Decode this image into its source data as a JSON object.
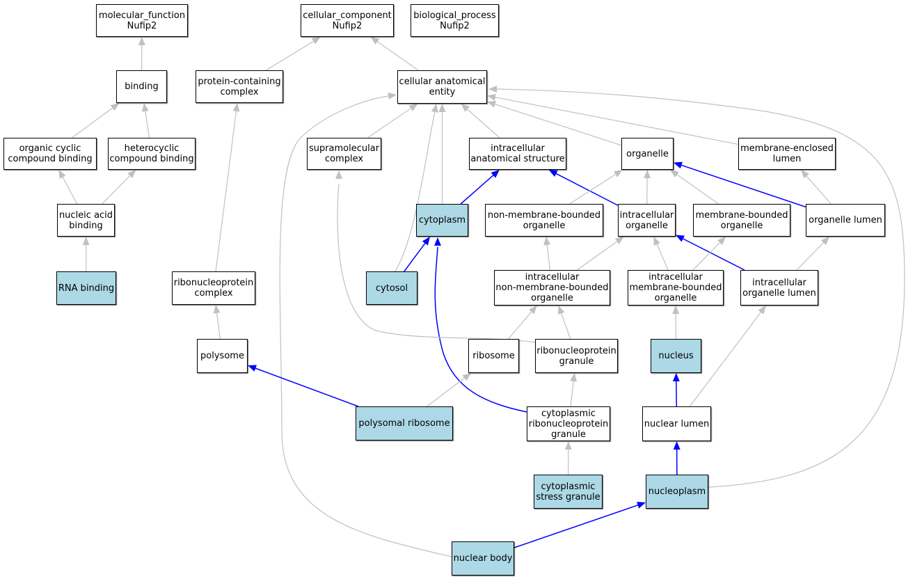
{
  "colors": {
    "highlight_fill": "#add8e6",
    "default_fill": "#ffffff",
    "path_edge": "#0000ff",
    "other_edge": "#c0c0c0",
    "border": "#000000"
  },
  "nodes": [
    {
      "id": "molecular_function",
      "label": "molecular_function\nNufip2",
      "highlighted": false
    },
    {
      "id": "cellular_component",
      "label": "cellular_component\nNufip2",
      "highlighted": false
    },
    {
      "id": "biological_process",
      "label": "biological_process\nNufip2",
      "highlighted": false
    },
    {
      "id": "binding",
      "label": "binding",
      "highlighted": false
    },
    {
      "id": "protein_containing_complex",
      "label": "protein-containing\ncomplex",
      "highlighted": false
    },
    {
      "id": "cellular_anatomical_entity",
      "label": "cellular anatomical\nentity",
      "highlighted": false
    },
    {
      "id": "organic_cyclic",
      "label": "organic cyclic\ncompound binding",
      "highlighted": false
    },
    {
      "id": "heterocyclic",
      "label": "heterocyclic\ncompound binding",
      "highlighted": false
    },
    {
      "id": "supramolecular_complex",
      "label": "supramolecular\ncomplex",
      "highlighted": false
    },
    {
      "id": "intracellular_anatomical_structure",
      "label": "intracellular\nanatomical structure",
      "highlighted": false
    },
    {
      "id": "organelle",
      "label": "organelle",
      "highlighted": false
    },
    {
      "id": "membrane_enclosed_lumen",
      "label": "membrane-enclosed\nlumen",
      "highlighted": false
    },
    {
      "id": "nucleic_acid_binding",
      "label": "nucleic acid\nbinding",
      "highlighted": false
    },
    {
      "id": "cytoplasm",
      "label": "cytoplasm",
      "highlighted": true
    },
    {
      "id": "non_membrane_bounded_organelle",
      "label": "non-membrane-bounded\norganelle",
      "highlighted": false
    },
    {
      "id": "intracellular_organelle",
      "label": "intracellular\norganelle",
      "highlighted": false
    },
    {
      "id": "membrane_bounded_organelle",
      "label": "membrane-bounded\norganelle",
      "highlighted": false
    },
    {
      "id": "organelle_lumen",
      "label": "organelle lumen",
      "highlighted": false
    },
    {
      "id": "rna_binding",
      "label": "RNA binding",
      "highlighted": true
    },
    {
      "id": "ribonucleoprotein_complex",
      "label": "ribonucleoprotein\ncomplex",
      "highlighted": false
    },
    {
      "id": "cytosol",
      "label": "cytosol",
      "highlighted": true
    },
    {
      "id": "intracellular_nmb_organelle",
      "label": "intracellular\nnon-membrane-bounded\norganelle",
      "highlighted": false
    },
    {
      "id": "intracellular_mb_organelle",
      "label": "intracellular\nmembrane-bounded\norganelle",
      "highlighted": false
    },
    {
      "id": "intracellular_organelle_lumen",
      "label": "intracellular\norganelle lumen",
      "highlighted": false
    },
    {
      "id": "polysome",
      "label": "polysome",
      "highlighted": false
    },
    {
      "id": "ribosome",
      "label": "ribosome",
      "highlighted": false
    },
    {
      "id": "ribonucleoprotein_granule",
      "label": "ribonucleoprotein\ngranule",
      "highlighted": false
    },
    {
      "id": "nucleus",
      "label": "nucleus",
      "highlighted": true
    },
    {
      "id": "polysomal_ribosome",
      "label": "polysomal ribosome",
      "highlighted": true
    },
    {
      "id": "cytoplasmic_rnp_granule",
      "label": "cytoplasmic\nribonucleoprotein\ngranule",
      "highlighted": false
    },
    {
      "id": "nuclear_lumen",
      "label": "nuclear lumen",
      "highlighted": false
    },
    {
      "id": "cytoplasmic_stress_granule",
      "label": "cytoplasmic\nstress granule",
      "highlighted": true
    },
    {
      "id": "nucleoplasm",
      "label": "nucleoplasm",
      "highlighted": true
    },
    {
      "id": "nuclear_body",
      "label": "nuclear body",
      "highlighted": true
    }
  ],
  "edges": [
    {
      "from": "binding",
      "to": "molecular_function",
      "path": false
    },
    {
      "from": "protein_containing_complex",
      "to": "cellular_component",
      "path": false
    },
    {
      "from": "cellular_anatomical_entity",
      "to": "cellular_component",
      "path": false
    },
    {
      "from": "organic_cyclic",
      "to": "binding",
      "path": false
    },
    {
      "from": "heterocyclic",
      "to": "binding",
      "path": false
    },
    {
      "from": "nucleic_acid_binding",
      "to": "organic_cyclic",
      "path": false
    },
    {
      "from": "nucleic_acid_binding",
      "to": "heterocyclic",
      "path": false
    },
    {
      "from": "rna_binding",
      "to": "nucleic_acid_binding",
      "path": false
    },
    {
      "from": "supramolecular_complex",
      "to": "cellular_anatomical_entity",
      "path": false
    },
    {
      "from": "intracellular_anatomical_structure",
      "to": "cellular_anatomical_entity",
      "path": false
    },
    {
      "from": "organelle",
      "to": "cellular_anatomical_entity",
      "path": false
    },
    {
      "from": "membrane_enclosed_lumen",
      "to": "cellular_anatomical_entity",
      "path": false
    },
    {
      "from": "cytoplasm",
      "to": "cellular_anatomical_entity",
      "path": false
    },
    {
      "from": "cytosol",
      "to": "cellular_anatomical_entity",
      "path": false
    },
    {
      "from": "nucleoplasm",
      "to": "cellular_anatomical_entity",
      "path": false
    },
    {
      "from": "nuclear_body",
      "to": "cellular_anatomical_entity",
      "path": false
    },
    {
      "from": "cytoplasm",
      "to": "intracellular_anatomical_structure",
      "path": true
    },
    {
      "from": "intracellular_organelle",
      "to": "intracellular_anatomical_structure",
      "path": true
    },
    {
      "from": "non_membrane_bounded_organelle",
      "to": "organelle",
      "path": false
    },
    {
      "from": "intracellular_organelle",
      "to": "organelle",
      "path": false
    },
    {
      "from": "membrane_bounded_organelle",
      "to": "organelle",
      "path": false
    },
    {
      "from": "organelle_lumen",
      "to": "organelle",
      "path": true
    },
    {
      "from": "organelle_lumen",
      "to": "membrane_enclosed_lumen",
      "path": false
    },
    {
      "from": "cytosol",
      "to": "cytoplasm",
      "path": true
    },
    {
      "from": "cytoplasmic_rnp_granule",
      "to": "cytoplasm",
      "path": true
    },
    {
      "from": "intracellular_nmb_organelle",
      "to": "non_membrane_bounded_organelle",
      "path": false
    },
    {
      "from": "intracellular_nmb_organelle",
      "to": "intracellular_organelle",
      "path": false
    },
    {
      "from": "intracellular_mb_organelle",
      "to": "intracellular_organelle",
      "path": false
    },
    {
      "from": "intracellular_organelle_lumen",
      "to": "intracellular_organelle",
      "path": true
    },
    {
      "from": "intracellular_mb_organelle",
      "to": "membrane_bounded_organelle",
      "path": false
    },
    {
      "from": "intracellular_organelle_lumen",
      "to": "organelle_lumen",
      "path": false
    },
    {
      "from": "ribonucleoprotein_complex",
      "to": "protein_containing_complex",
      "path": false
    },
    {
      "from": "polysome",
      "to": "ribonucleoprotein_complex",
      "path": false
    },
    {
      "from": "ribosome",
      "to": "intracellular_nmb_organelle",
      "path": false
    },
    {
      "from": "ribonucleoprotein_granule",
      "to": "intracellular_nmb_organelle",
      "path": false
    },
    {
      "from": "ribonucleoprotein_granule",
      "to": "supramolecular_complex",
      "path": false
    },
    {
      "from": "nucleus",
      "to": "intracellular_mb_organelle",
      "path": false
    },
    {
      "from": "nuclear_lumen",
      "to": "intracellular_organelle_lumen",
      "path": false
    },
    {
      "from": "polysomal_ribosome",
      "to": "polysome",
      "path": true
    },
    {
      "from": "polysomal_ribosome",
      "to": "ribosome",
      "path": false
    },
    {
      "from": "cytoplasmic_rnp_granule",
      "to": "ribonucleoprotein_granule",
      "path": false
    },
    {
      "from": "nuclear_lumen",
      "to": "nucleus",
      "path": true
    },
    {
      "from": "cytoplasmic_stress_granule",
      "to": "cytoplasmic_rnp_granule",
      "path": false
    },
    {
      "from": "nucleoplasm",
      "to": "nuclear_lumen",
      "path": true
    },
    {
      "from": "nuclear_body",
      "to": "nucleoplasm",
      "path": true
    }
  ]
}
